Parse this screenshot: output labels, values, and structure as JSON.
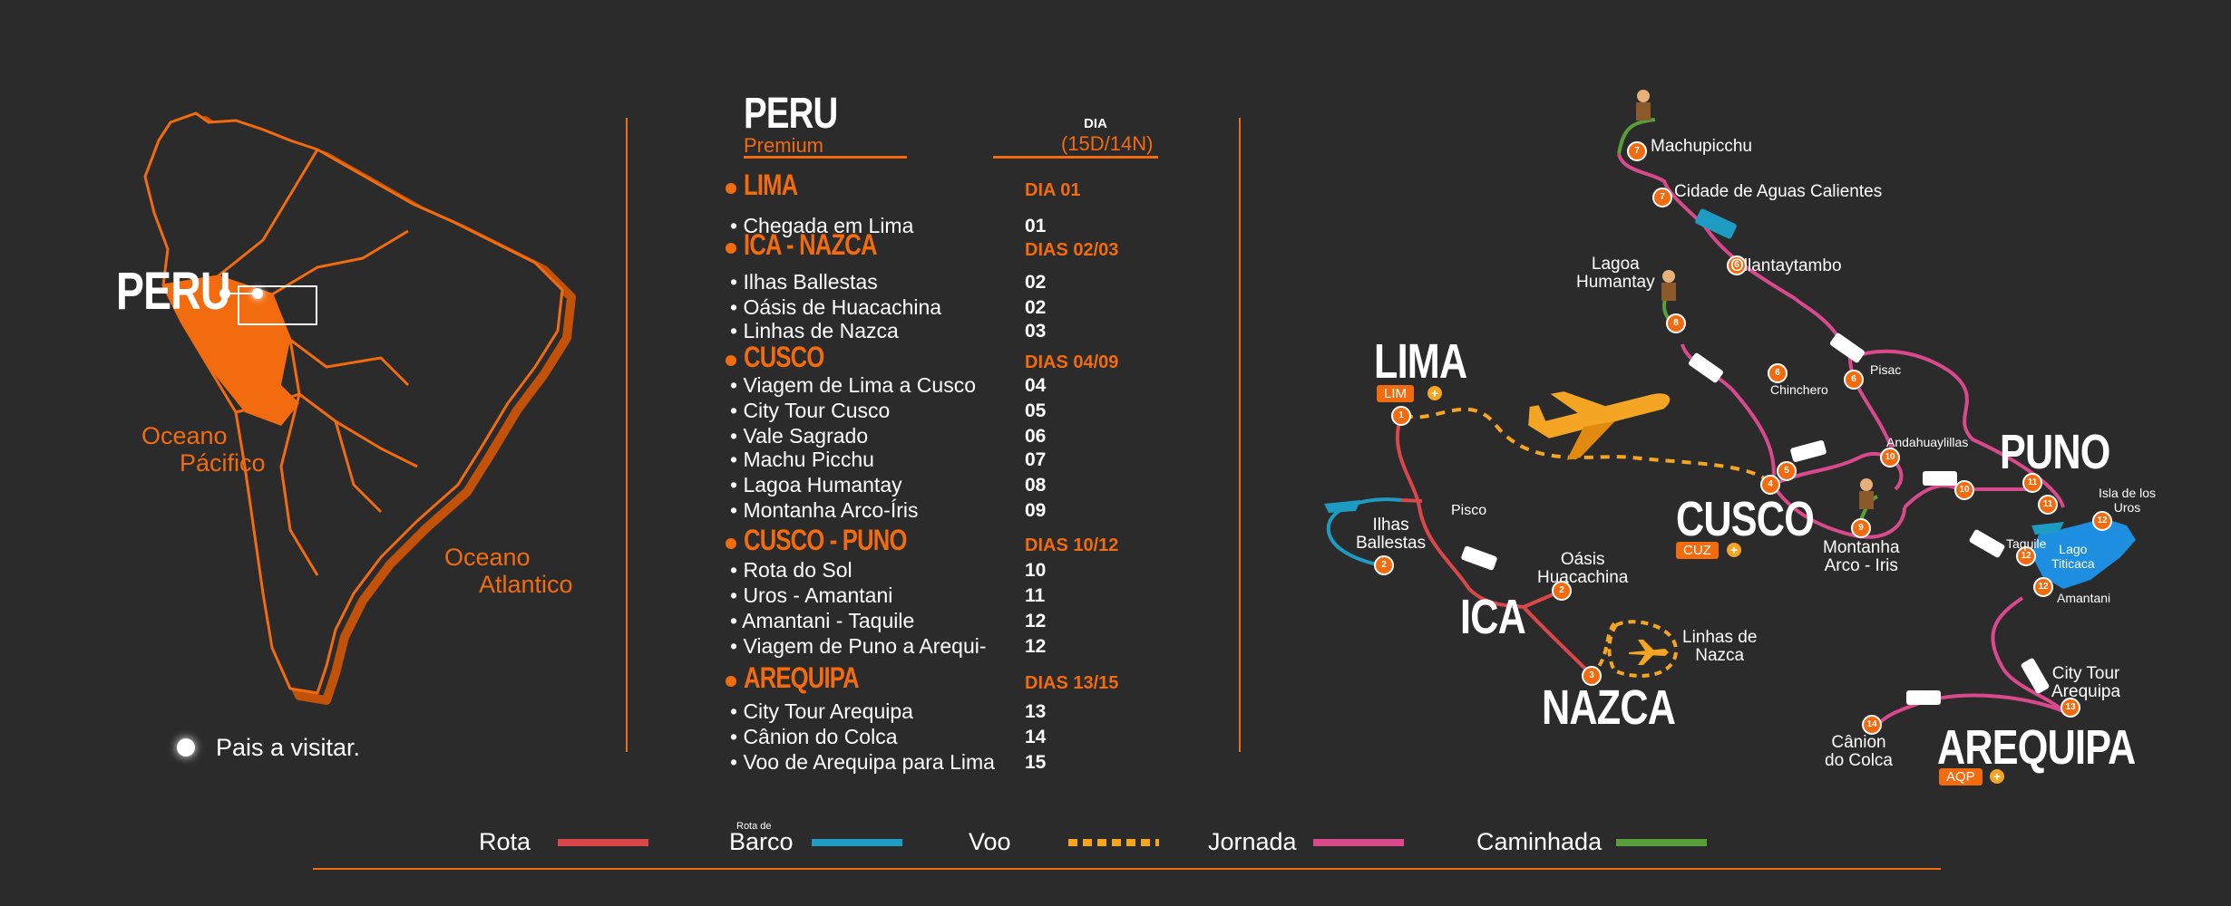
{
  "left_map": {
    "country_label": "PERU",
    "ocean_pacific_line1": "Oceano",
    "ocean_pacific_line2": "Pácifico",
    "ocean_atlantic_line1": "Oceano",
    "ocean_atlantic_line2": "Atlantico",
    "legend_text": "Pais a visitar.",
    "colors": {
      "country_outline": "#f26b0f",
      "highlight": "#f26b0f"
    }
  },
  "itinerary": {
    "title": "PERU",
    "subtitle": "Premium",
    "day_header_small": "DIA",
    "day_header": "(15D/14N)",
    "sections": [
      {
        "name": "LIMA",
        "days": "DIA 01",
        "items": [
          {
            "label": "• Chegada em Lima",
            "day": "01"
          }
        ]
      },
      {
        "name": "ICA - NAZCA",
        "days": "DIAS 02/03",
        "items": [
          {
            "label": "• Ilhas Ballestas",
            "day": "02"
          },
          {
            "label": "• Oásis de Huacachina",
            "day": "02"
          },
          {
            "label": "• Linhas de Nazca",
            "day": "03"
          }
        ]
      },
      {
        "name": "CUSCO",
        "days": "DIAS 04/09",
        "items": [
          {
            "label": "• Viagem de Lima a Cusco",
            "day": "04"
          },
          {
            "label": "• City Tour Cusco",
            "day": "05"
          },
          {
            "label": "• Vale Sagrado",
            "day": "06"
          },
          {
            "label": "• Machu Picchu",
            "day": "07"
          },
          {
            "label": "• Lagoa Humantay",
            "day": "08"
          },
          {
            "label": "• Montanha Arco-Íris",
            "day": "09"
          }
        ]
      },
      {
        "name": "CUSCO - PUNO",
        "days": "DIAS 10/12",
        "items": [
          {
            "label": "• Rota do Sol",
            "day": "10"
          },
          {
            "label": "• Uros - Amantani",
            "day": "11"
          },
          {
            "label": "• Amantani - Taquile",
            "day": "12"
          },
          {
            "label": "• Viagem de Puno a Arequi-",
            "day": "12"
          }
        ]
      },
      {
        "name": "AREQUIPA",
        "days": "DIAS 13/15",
        "items": [
          {
            "label": "• City Tour Arequipa",
            "day": "13"
          },
          {
            "label": "• Cânion do Colca",
            "day": "14"
          },
          {
            "label": "• Voo de Arequipa para Lima",
            "day": "15"
          }
        ]
      }
    ]
  },
  "route_map": {
    "cities": {
      "lima": {
        "name": "LIMA",
        "code": "LIM"
      },
      "cusco": {
        "name": "CUSCO",
        "code": "CUZ"
      },
      "puno": {
        "name": "PUNO"
      },
      "ica": {
        "name": "ICA"
      },
      "nazca": {
        "name": "NAZCA"
      },
      "arequipa": {
        "name": "AREQUIPA",
        "code": "AQP"
      }
    },
    "plus_symbol": "+",
    "places": {
      "machupicchu": "Machupicchu",
      "aguas_calientes": "Cidade de Aguas Calientes",
      "ollantaytambo": "Ollantaytambo",
      "humantay_1": "Lagoa",
      "humantay_2": "Humantay",
      "pisac": "Pisac",
      "chinchero": "Chinchero",
      "andahuaylillas": "Andahuaylillas",
      "pisco": "Pisco",
      "ballestas_1": "Ilhas",
      "ballestas_2": "Ballestas",
      "huacachina_1": "Oásis",
      "huacachina_2": "Huacachina",
      "nazca_lines_1": "Linhas de",
      "nazca_lines_2": "Nazca",
      "arco_iris_1": "Montanha",
      "arco_iris_2": "Arco - Iris",
      "uros_1": "Isla de los",
      "uros_2": "Uros",
      "taquile": "Taquile",
      "titicaca_1": "Lago",
      "titicaca_2": "Titicaca",
      "amantani": "Amantani",
      "city_tour_1": "City Tour",
      "city_tour_2": "Arequipa",
      "colca_1": "Cânion",
      "colca_2": "do Colca"
    },
    "markers": [
      {
        "n": "1"
      },
      {
        "n": "2"
      },
      {
        "n": "2"
      },
      {
        "n": "3"
      },
      {
        "n": "4"
      },
      {
        "n": "5"
      },
      {
        "n": "6"
      },
      {
        "n": "6"
      },
      {
        "n": "6"
      },
      {
        "n": "7"
      },
      {
        "n": "7"
      },
      {
        "n": "8"
      },
      {
        "n": "9"
      },
      {
        "n": "10"
      },
      {
        "n": "10"
      },
      {
        "n": "11"
      },
      {
        "n": "11"
      },
      {
        "n": "12"
      },
      {
        "n": "12"
      },
      {
        "n": "12"
      },
      {
        "n": "13"
      },
      {
        "n": "14"
      }
    ],
    "colors": {
      "rota": "#d9474a",
      "barco": "#1e9bc2",
      "voo": "#f5a524",
      "jornada": "#d94a8c",
      "caminhada": "#5a9e3a",
      "marker": "#f26b0f",
      "lake": "#1e8fe0"
    }
  },
  "legend": {
    "rota": "Rota",
    "barco_small": "Rota de",
    "barco": "Barco",
    "voo": "Voo",
    "jornada": "Jornada",
    "caminhada": "Caminhada"
  }
}
